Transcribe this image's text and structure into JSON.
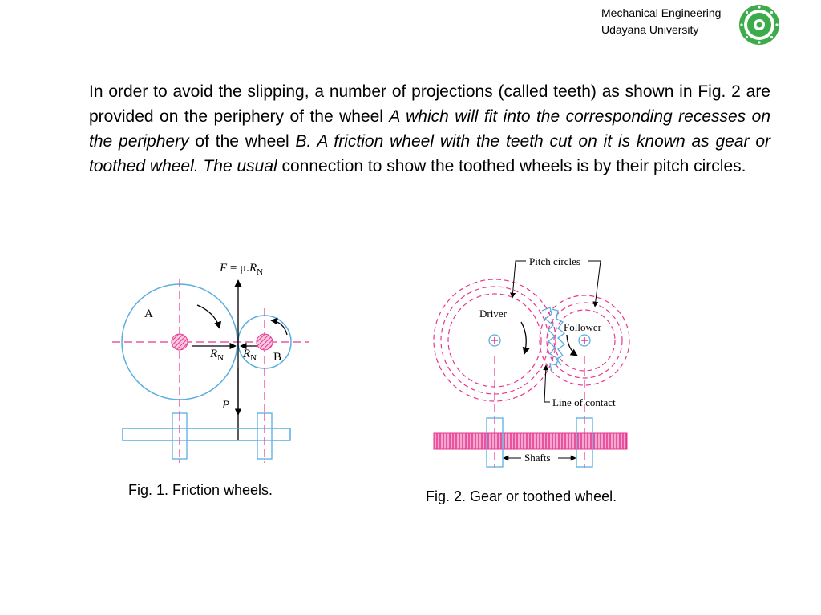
{
  "header": {
    "line1": "Mechanical Engineering",
    "line2": "Udayana University",
    "logo_icon": "university-seal-icon",
    "logo_color": "#3cab4a"
  },
  "paragraph": {
    "s1": "In order to avoid the slipping, a number of projections (called teeth) as shown in Fig. 2 are provided on the periphery of the wheel ",
    "s2": "A which will fit into the corresponding recesses on the periphery",
    "s3": " of the wheel ",
    "s4": "B. A friction wheel with the teeth cut on it is known as gear or toothed wheel. The usual",
    "s5": " connection to show the toothed wheels is by their pitch circles."
  },
  "fig1": {
    "caption": "Fig. 1. Friction wheels.",
    "label_force_lhs": "F",
    "label_force_eq": " = μ.",
    "label_force_r": "R",
    "label_force_sub": "N",
    "label_a": "A",
    "label_b": "B",
    "label_rn": "R",
    "label_rn_sub": "N",
    "label_p": "P",
    "wheel_color": "#5aaee0",
    "hatch_color": "#e8368f"
  },
  "fig2": {
    "caption": "Fig. 2. Gear or toothed wheel.",
    "label_pitch": "Pitch circles",
    "label_driver": "Driver",
    "label_follower": "Follower",
    "label_contact": "Line of contact",
    "label_shafts": "Shafts",
    "circle_color": "#e8368f",
    "shaft_color": "#5aaee0"
  }
}
